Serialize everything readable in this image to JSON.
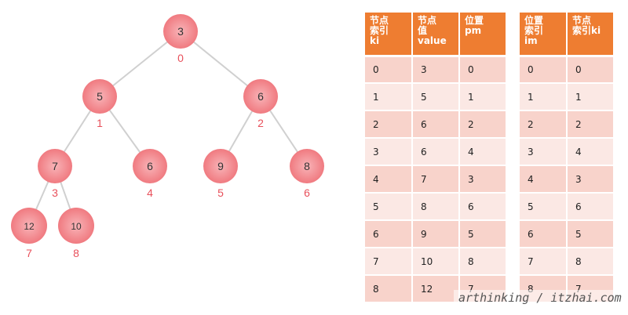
{
  "tree": {
    "nodes": [
      {
        "value": "3",
        "index": "0"
      },
      {
        "value": "5",
        "index": "1"
      },
      {
        "value": "6",
        "index": "2"
      },
      {
        "value": "7",
        "index": "3"
      },
      {
        "value": "6",
        "index": "4"
      },
      {
        "value": "9",
        "index": "5"
      },
      {
        "value": "8",
        "index": "6"
      },
      {
        "value": "12",
        "index": "7"
      },
      {
        "value": "10",
        "index": "8"
      }
    ],
    "edges": [
      [
        0,
        1
      ],
      [
        0,
        2
      ],
      [
        1,
        3
      ],
      [
        1,
        4
      ],
      [
        2,
        5
      ],
      [
        2,
        6
      ],
      [
        3,
        7
      ],
      [
        3,
        8
      ]
    ],
    "node_color": "#f07a80",
    "node_center_color": "#f8b4b8",
    "index_color": "#e8505b"
  },
  "table_main": {
    "headers": [
      "节点\n索引\nki",
      "节点\n值\nvalue",
      "位置\npm"
    ],
    "rows": [
      [
        "0",
        "3",
        "0"
      ],
      [
        "1",
        "5",
        "1"
      ],
      [
        "2",
        "6",
        "2"
      ],
      [
        "3",
        "6",
        "4"
      ],
      [
        "4",
        "7",
        "3"
      ],
      [
        "5",
        "8",
        "6"
      ],
      [
        "6",
        "9",
        "5"
      ],
      [
        "7",
        "10",
        "8"
      ],
      [
        "8",
        "12",
        "7"
      ]
    ]
  },
  "table_pos": {
    "headers": [
      "位置\n索引\nim",
      "节点\n索引ki"
    ],
    "rows": [
      [
        "0",
        "0"
      ],
      [
        "1",
        "1"
      ],
      [
        "2",
        "2"
      ],
      [
        "3",
        "4"
      ],
      [
        "4",
        "3"
      ],
      [
        "5",
        "6"
      ],
      [
        "6",
        "5"
      ],
      [
        "7",
        "8"
      ],
      [
        "8",
        "7"
      ]
    ]
  },
  "colors": {
    "header_bg": "#ee7d31",
    "row_odd_bg": "#f8d3cb",
    "row_even_bg": "#fbe8e4"
  },
  "watermark": "arthinking / itzhai.com"
}
